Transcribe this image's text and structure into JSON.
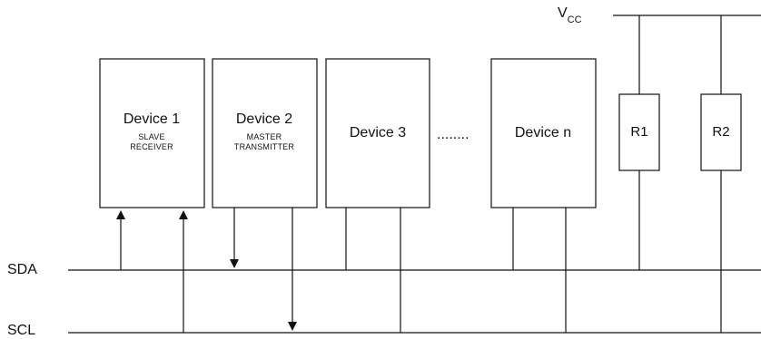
{
  "diagram": {
    "devices": [
      {
        "name": "Device 1",
        "role_line1": "SLAVE",
        "role_line2": "RECEIVER"
      },
      {
        "name": "Device 2",
        "role_line1": "MASTER",
        "role_line2": "TRANSMITTER"
      },
      {
        "name": "Device 3"
      },
      {
        "name": "Device n"
      }
    ],
    "ellipsis": "........",
    "supply": {
      "main": "V",
      "subscript": "CC"
    },
    "resistors": [
      "R1",
      "R2"
    ],
    "buses": {
      "sda": "SDA",
      "scl": "SCL"
    }
  }
}
